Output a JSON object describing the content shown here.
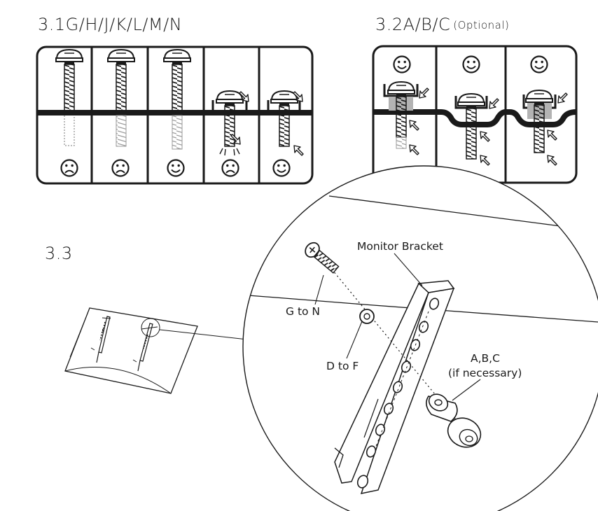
{
  "section_3_1": {
    "title": "3.1G/H/J/K/L/M/N",
    "panels": [
      {
        "result": "sad"
      },
      {
        "result": "sad"
      },
      {
        "result": "happy"
      },
      {
        "result": "sad"
      },
      {
        "result": "happy"
      }
    ]
  },
  "section_3_2": {
    "title": "3.2A/B/C",
    "subtitle": "(Optional)",
    "panels": [
      {
        "result": "happy"
      },
      {
        "result": "happy"
      },
      {
        "result": "happy"
      }
    ]
  },
  "section_3_3": {
    "title": "3.3",
    "labels": {
      "monitor_bracket": "Monitor Bracket",
      "screws": "G to N",
      "washers": "D to F",
      "spacers_line1": "A,B,C",
      "spacers_line2": "(if necessary)"
    }
  },
  "icons": [
    "screw-icon",
    "happy-face-icon",
    "sad-face-icon",
    "arrow-icon",
    "washer-icon",
    "spacer-icon"
  ],
  "colors": {
    "ink": "#1a1a1a",
    "background": "#ffffff",
    "spacer_fill": "#b3b3b3"
  }
}
